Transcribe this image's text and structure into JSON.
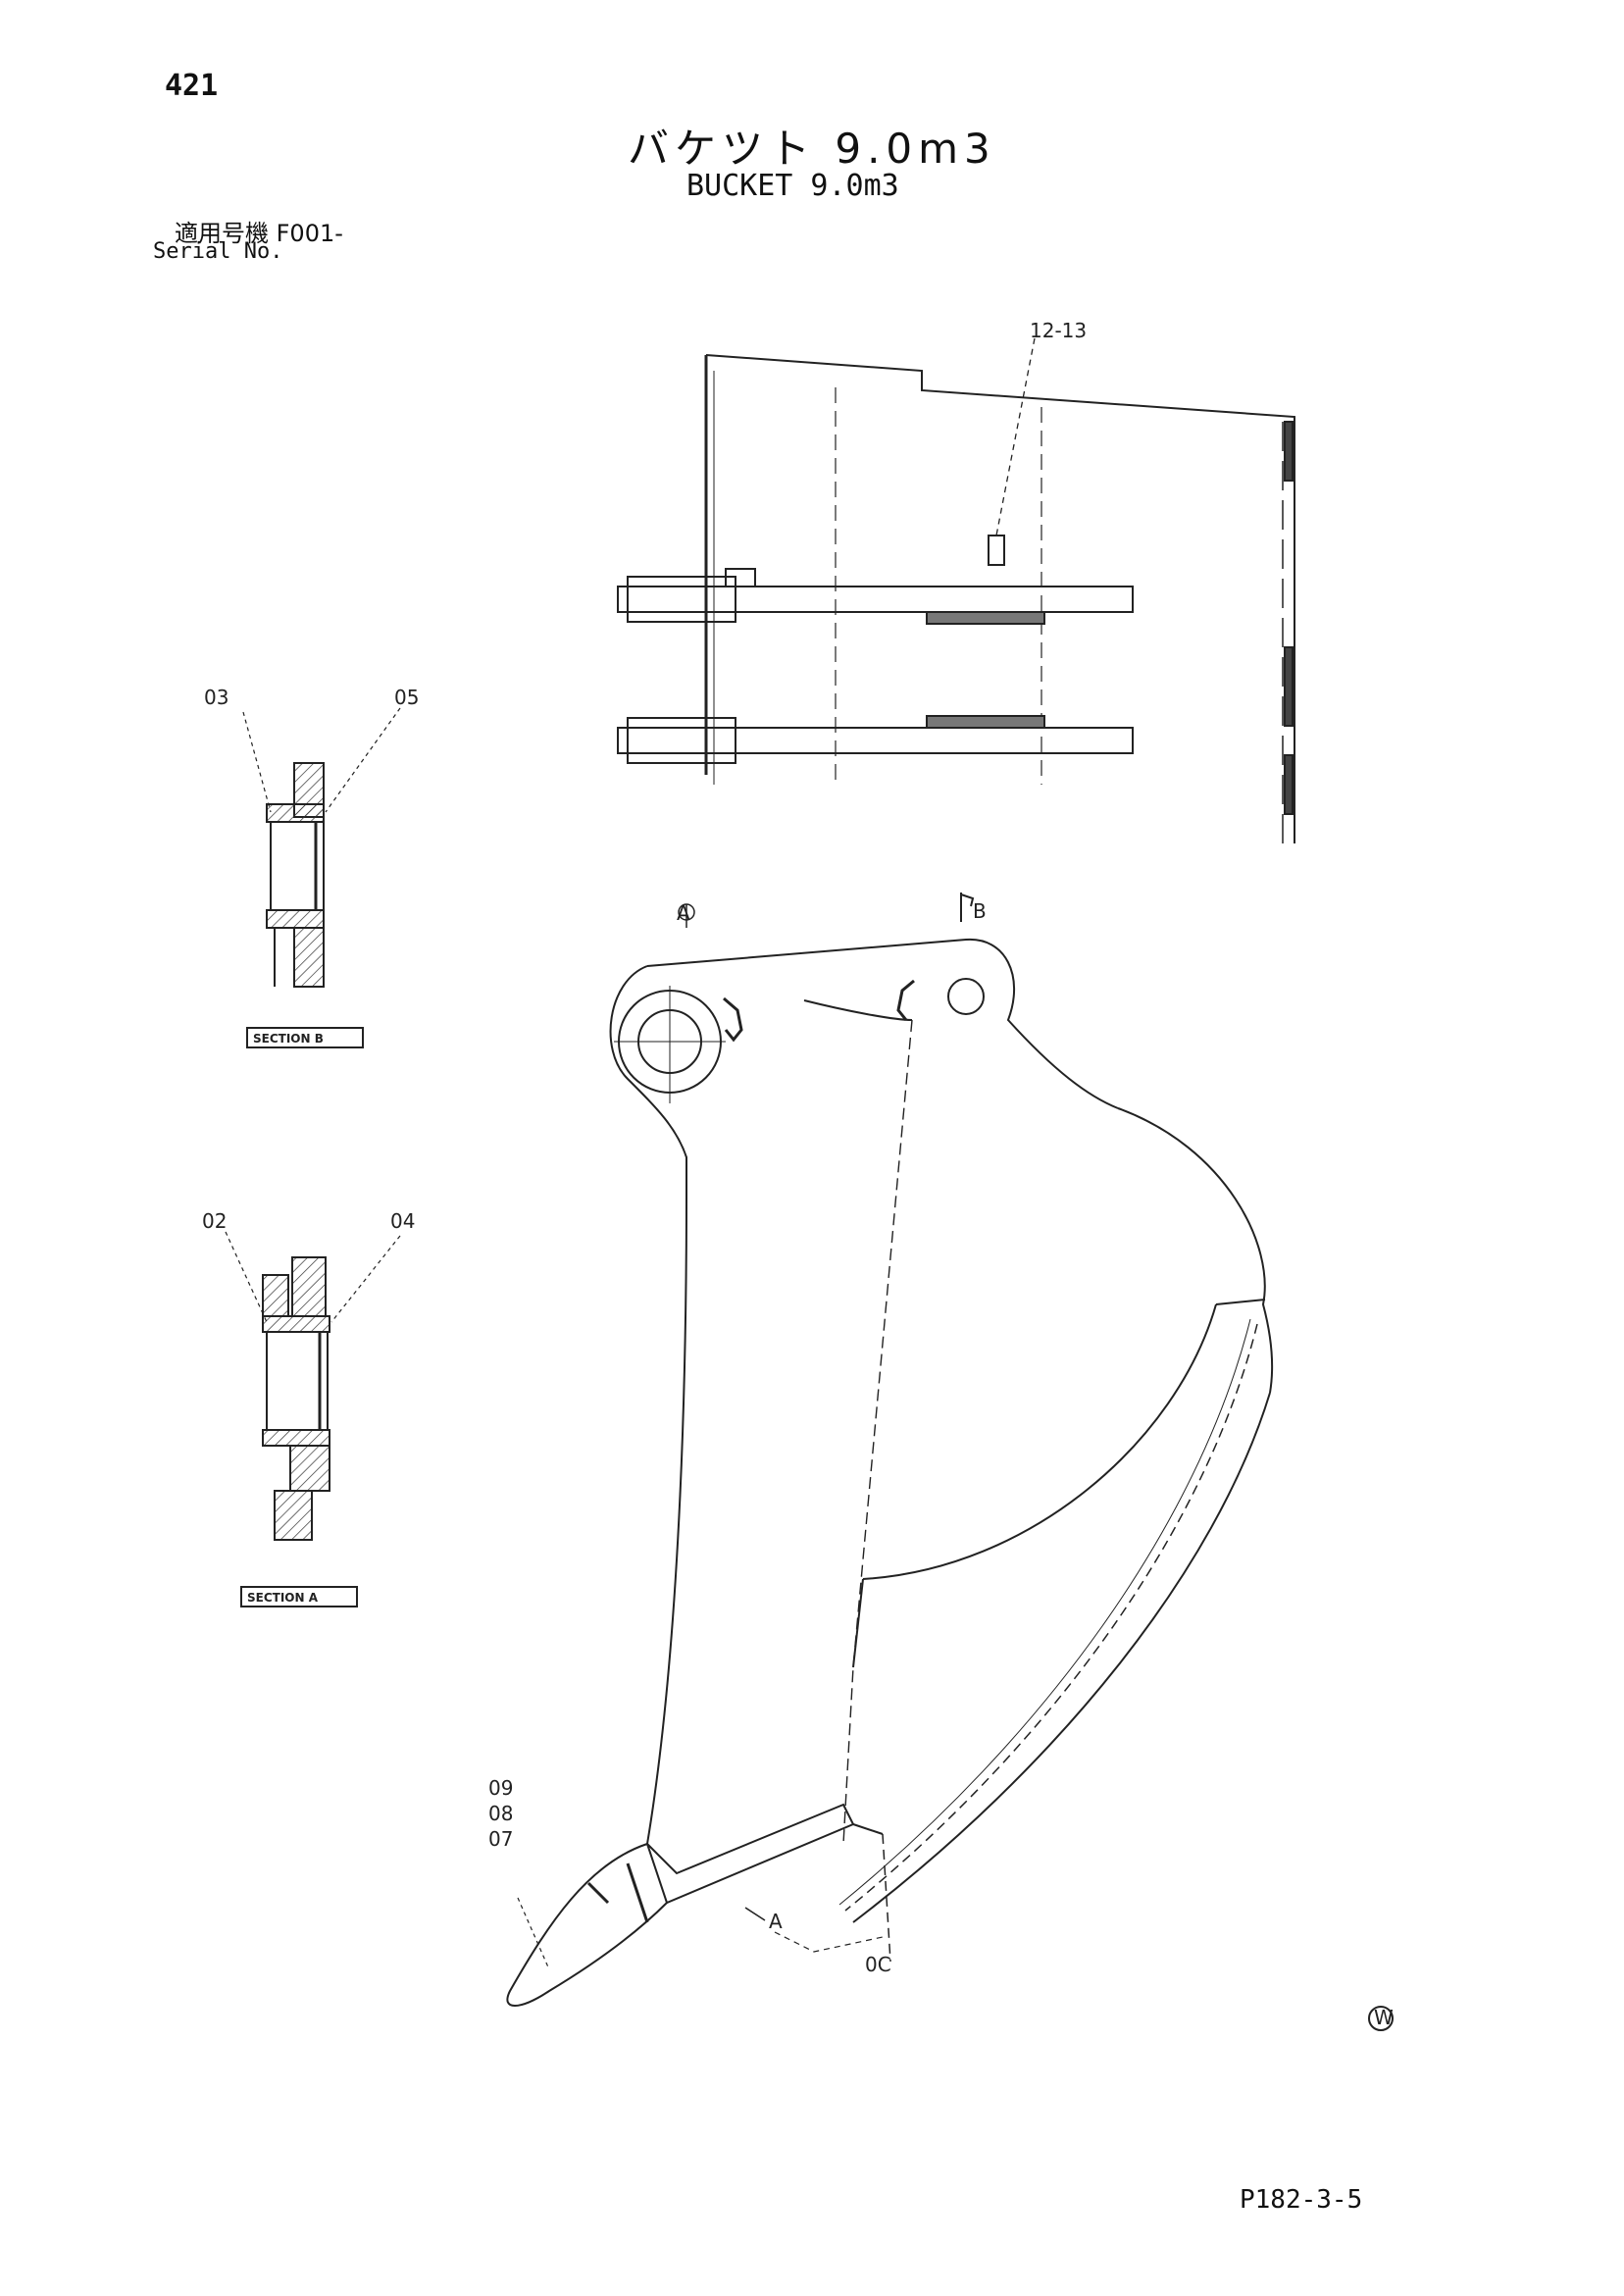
{
  "header": {
    "page_number": "421",
    "title_jp": "バケツト 9.0m3",
    "title_en": "BUCKET 9.0m3",
    "serial_label_jp": "適用号機  F001-",
    "serial_label_en": "Serial No."
  },
  "callouts": {
    "c12_13": "12-13",
    "c03": "03",
    "c05": "05",
    "c02": "02",
    "c04": "04",
    "c09": "09",
    "c08": "08",
    "c07": "07",
    "c0c": "0C",
    "cA": "A",
    "markA": "A",
    "markB": "B",
    "markW": "W"
  },
  "section_labels": {
    "b": "SECTION B",
    "a": "SECTION A"
  },
  "footer": {
    "doc_code": "P182-3-5"
  }
}
